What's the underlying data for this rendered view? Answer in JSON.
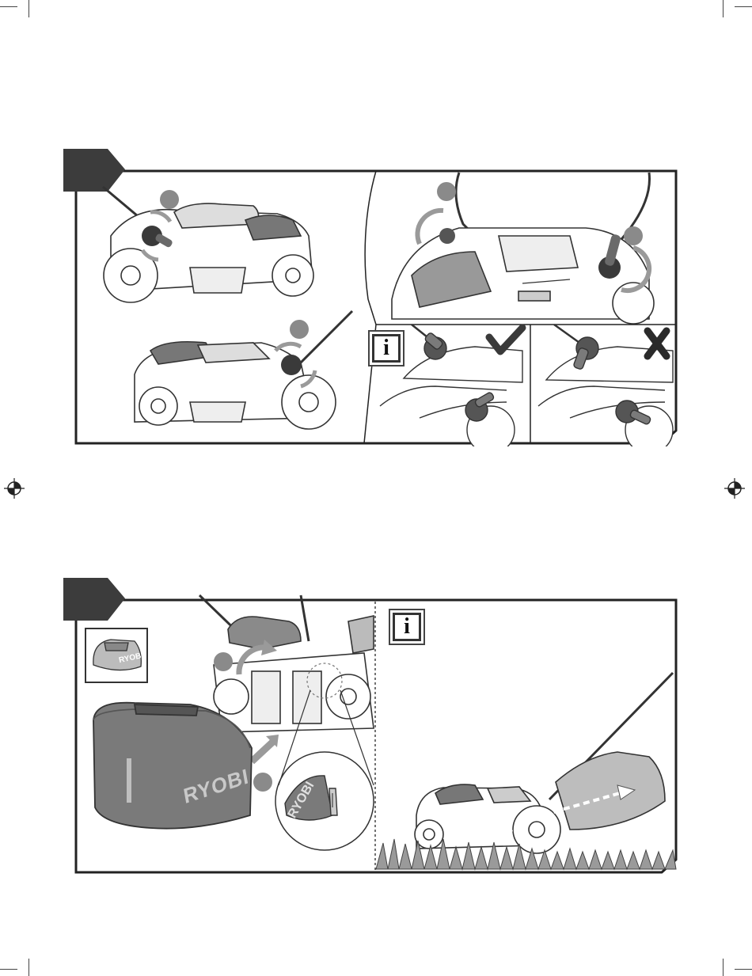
{
  "figure1": {
    "info_label": "i",
    "check_icon": "check-mark-icon",
    "cross_icon": "cross-mark-icon"
  },
  "figure2": {
    "info_label": "i",
    "brand_text": "RYOBI",
    "brand_text_small": "RYOBI",
    "brand_text_zoom": "RYOBI"
  },
  "colors": {
    "tab": "#3c3c3c",
    "frame": "#222222",
    "step_dot": "#8a8a8a",
    "arrow": "#9a9a9a",
    "grass_bag": "#7a7a7a"
  }
}
